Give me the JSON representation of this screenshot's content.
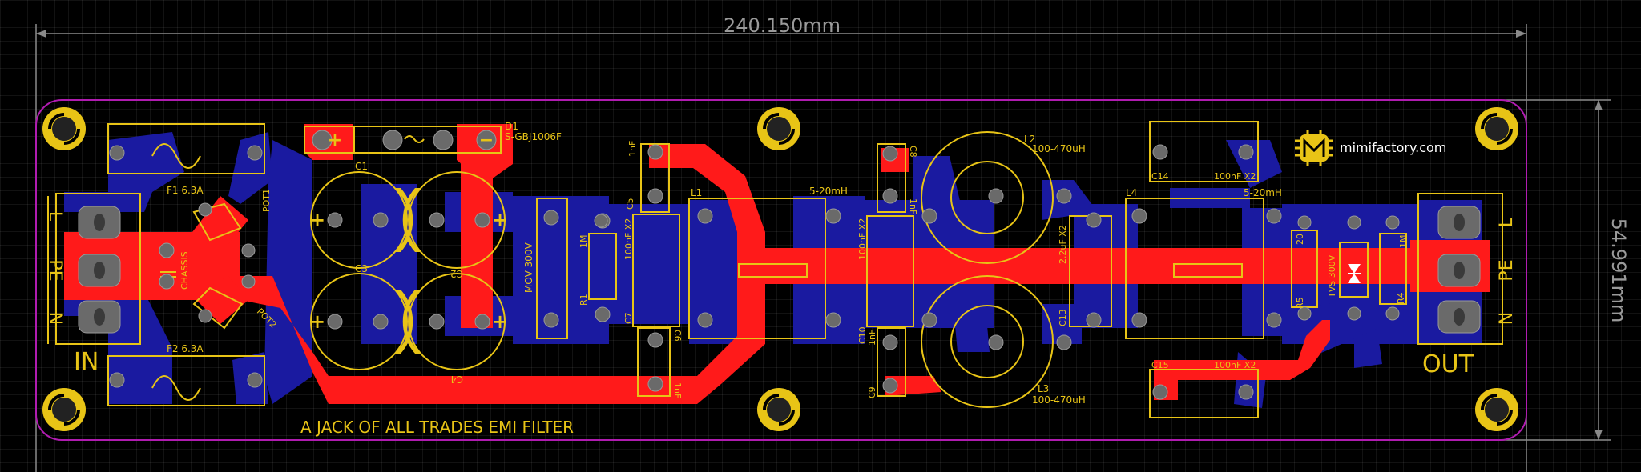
{
  "dimensions": {
    "width_label": "240.150mm",
    "height_label": "54.991mm"
  },
  "board": {
    "title": "A JACK OF ALL TRADES EMI FILTER",
    "brand": "mimifactory.com",
    "io": {
      "in": "IN",
      "out": "OUT",
      "l": "L",
      "pe": "PE",
      "n": "N"
    }
  },
  "components": {
    "f1": "F1 6.3A",
    "f2": "F2 6.3A",
    "pot1": "POT1",
    "pot2": "POT2",
    "chassis": "CHASSIS",
    "d1": "D1",
    "d1_part": "S-GBJ1006F",
    "c1": "C1",
    "c2": "C2",
    "c3": "C3",
    "c4": "C4",
    "mov": "MOV 300V",
    "r1": "R1",
    "r1_val": "1M",
    "c5": "C5",
    "c5_val": "1nF",
    "c6": "C6",
    "c6_val": "1nF",
    "c7": "C7",
    "c7_val": "100nF X2",
    "l1": "L1",
    "l1_val": "5-20mH",
    "c8": "C8",
    "c8_val": "1nF",
    "c9": "C9",
    "c9_val": "1nF",
    "c10": "C10",
    "c10_val": "100nF X2",
    "l2": "L2",
    "l2_val": "100-470uH",
    "l3": "L3",
    "l3_val": "100-470uH",
    "c13": "C13",
    "c13_val": "2.2uF X2",
    "l4": "L4",
    "l4_val": "5-20mH",
    "c14": "C14",
    "c14_val": "100nF X2",
    "c15": "C15",
    "c15_val": "100nF X2",
    "r5": "R5",
    "r5_val": "20",
    "tvs": "TVS 300V",
    "r4": "R4",
    "r4_val": "1M"
  },
  "colors": {
    "copper_top": "#ff1a1a",
    "copper_bottom": "#1a1aa0",
    "silkscreen": "#e8c416",
    "outline": "#b01cb0",
    "background": "#000000"
  }
}
